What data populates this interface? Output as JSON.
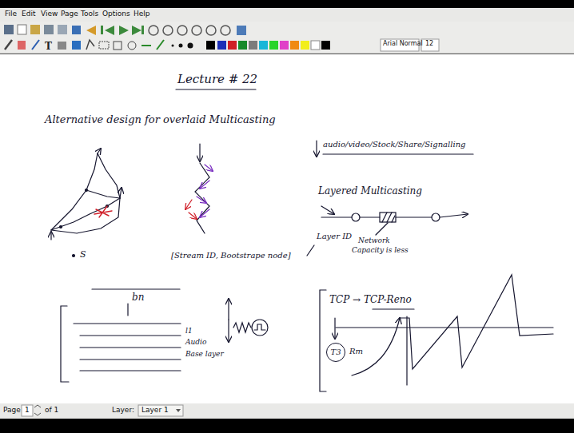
{
  "diagram": {
    "title": "Lecture # 22",
    "nodes": [
      {
        "text": [
          "T3"
        ]
      }
    ],
    "labels": [
      "File",
      "Edit",
      "View",
      "Page",
      "Tools",
      "Options",
      "Help",
      "Arial Normal",
      "12",
      "Alternative design for overlaid Multicasting",
      "audio/video/Stock/Share/Signalling",
      "S",
      "[Stream ID, Bootstrape node]",
      "Layer ID",
      "Layered Multicasting",
      "Network",
      "Capacity is less",
      "bn",
      "l1",
      "Audio",
      "Base layer",
      "TCP → TCP-Reno",
      "Rm",
      "Page",
      "1",
      "of 1",
      "Layer:",
      "Layer 1"
    ]
  }
}
